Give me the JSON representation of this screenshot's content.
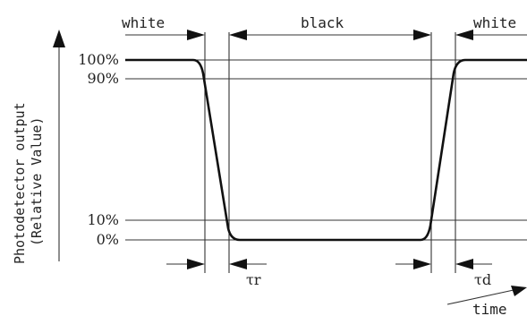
{
  "labels": {
    "white_left": "white",
    "black": "black",
    "white_right": "white",
    "tick_100": "100%",
    "tick_90": "90%",
    "tick_10": "10%",
    "tick_0": "0%",
    "tau_r": "τr",
    "tau_d": "τd",
    "x_axis": "time",
    "y_axis_line1": "Photodetector output",
    "y_axis_line2": "(Relative Value)"
  },
  "colors": {
    "line": "#333333",
    "waveform": "#111111",
    "background": "#ffffff"
  }
}
